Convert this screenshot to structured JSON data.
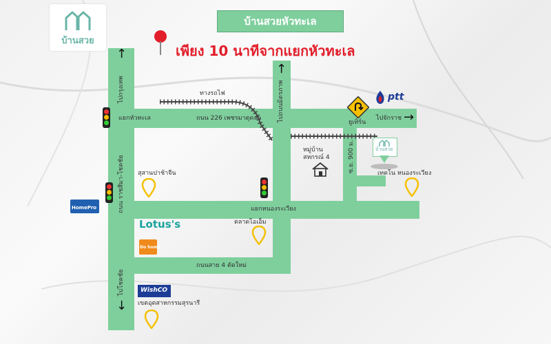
{
  "logo": {
    "name": "บ้านสวย"
  },
  "title_banner": "บ้านสวยหัวทะเล",
  "headline": "เพียง 10 นาทีจากแยกหัวทะเล",
  "roads": {
    "main_road": "ถนน 226 เพชรมาตุคลา",
    "ratchasima_road": "ถนน ราชสีมา-โชคชัย",
    "sai_4": "ถนนสาย 4 ตัดใหม่",
    "soi_900": "ซ.ย. 900 ม."
  },
  "labels": {
    "to_bangkok": "ไปกรุงเทพ",
    "railway": "ทางรถไฟ",
    "to_chakkarat": "ไปจักราช",
    "to_sisaket_road": "ไปถนนมิตรภาพ",
    "uturn": "ยูเทิร์น",
    "hua_thale_junction": "แยกหัวทะเล",
    "village": "หมู่บ้าน\nสหกรณ์ 4",
    "nong_rawiang_junction": "แยกหนองระเวียง",
    "to_chokchai": "ไปโชคชัย"
  },
  "places": {
    "suan_pa_chin": "สุสานปาช้าจีน",
    "tech_nong_rawiang": "เทคโน หนองระเวียง",
    "talad_boem": "ตลาดไอเอ็ม",
    "industrial": "เขตอุตสาหกรรมสุรนารี"
  },
  "brands": {
    "ptt": "ptt",
    "lotus": "Lotus's",
    "homepro": "HomePro",
    "dohome": "Do home",
    "wish": "WishCO"
  },
  "colors": {
    "road": "#7fcf9d",
    "headline": "#e21e2a",
    "pin": "#f5c000"
  }
}
